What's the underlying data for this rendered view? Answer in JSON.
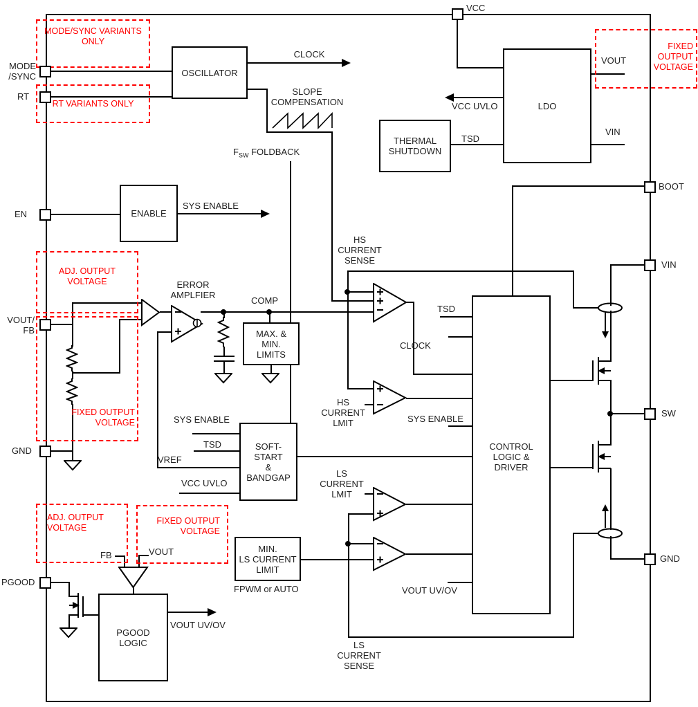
{
  "colors": {
    "line": "#000000",
    "variant_red": "#ff0000",
    "text": "#1f1f1f",
    "background": "#ffffff"
  },
  "pins": {
    "mode_sync": [
      "MODE",
      "/SYNC"
    ],
    "rt": "RT",
    "en": "EN",
    "vout_fb": [
      "VOUT/",
      "FB"
    ],
    "gnd_left": "GND",
    "pgood": "PGOOD",
    "vcc": "VCC",
    "boot": "BOOT",
    "vin": "VIN",
    "sw": "SW",
    "gnd_right": "GND"
  },
  "blocks": {
    "oscillator": "OSCILLATOR",
    "enable": "ENABLE",
    "thermal_shutdown": [
      "THERMAL",
      "SHUTDOWN"
    ],
    "ldo": "LDO",
    "max_min_limits": [
      "MAX. &",
      "MIN.",
      "LIMITS"
    ],
    "soft_start": [
      "SOFT-",
      "START",
      "&",
      "BANDGAP"
    ],
    "control_logic": [
      "CONTROL",
      "LOGIC &",
      "DRIVER"
    ],
    "min_ls_current_limit": [
      "MIN.",
      "LS CURRENT",
      "LIMIT"
    ],
    "pgood_logic": [
      "PGOOD",
      "LOGIC"
    ]
  },
  "labels": {
    "clock_osc": "CLOCK",
    "slope_compensation": [
      "SLOPE",
      "COMPENSATION"
    ],
    "fsw": {
      "f": "F",
      "sub": "SW",
      "rest": "FOLDBACK"
    },
    "sys_enable_out": "SYS ENABLE",
    "error_amplifier": [
      "ERROR",
      "AMPLFIER"
    ],
    "comp": "COMP",
    "hs_current_sense": [
      "HS",
      "CURRENT",
      "SENSE"
    ],
    "hs_current_limit": [
      "HS",
      "CURRENT",
      "LMIT"
    ],
    "ls_current_limit": [
      "LS",
      "CURRENT",
      "LMIT"
    ],
    "ls_current_sense": [
      "LS",
      "CURRENT",
      "SENSE"
    ],
    "tsd_ctrl": "TSD",
    "clock_ctrl": "CLOCK",
    "sys_enable_ctrl": "SYS ENABLE",
    "vout_uvov_ctrl": "VOUT UV/OV",
    "sys_enable_ss": "SYS ENABLE",
    "tsd_ss": "TSD",
    "vref": "VREF",
    "vcc_uvlo_ss": "VCC UVLO",
    "vcc_uvlo_ldo": "VCC UVLO",
    "tsd_ldo": "TSD",
    "vout_ldo": "VOUT",
    "vin_ldo": "VIN",
    "fpwm_or_auto": "FPWM or AUTO",
    "fb_mux": "FB",
    "vout_mux": "VOUT",
    "vout_uvov_pgood": "VOUT UV/OV"
  },
  "variant_notes": {
    "mode_sync": [
      "MODE/SYNC VARIANTS",
      "ONLY"
    ],
    "rt": "RT VARIANTS ONLY",
    "adj_output_mid": [
      "ADJ. OUTPUT",
      "VOLTAGE"
    ],
    "fixed_output_mid": [
      "FIXED OUTPUT",
      "VOLTAGE"
    ],
    "adj_output_bottom": [
      "ADJ. OUTPUT",
      "VOLTAGE"
    ],
    "fixed_output_bottom": [
      "FIXED OUTPUT",
      "VOLTAGE"
    ],
    "fixed_output_top_right": [
      "FIXED",
      "OUTPUT",
      "VOLTAGE"
    ]
  }
}
